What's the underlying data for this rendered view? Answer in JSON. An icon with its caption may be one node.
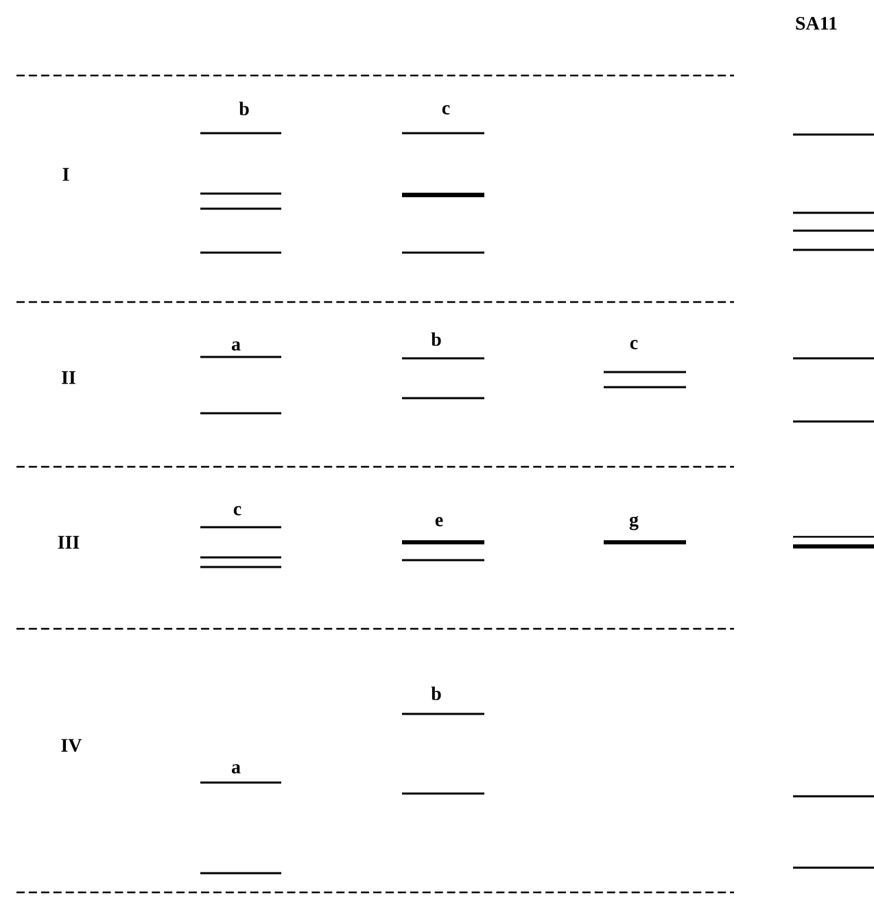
{
  "diagram": {
    "labels": [
      "SA11",
      "b",
      "c",
      "I",
      "a",
      "b",
      "c",
      "II",
      "c",
      "e",
      "g",
      "III",
      "b",
      "IV",
      "a"
    ]
  }
}
